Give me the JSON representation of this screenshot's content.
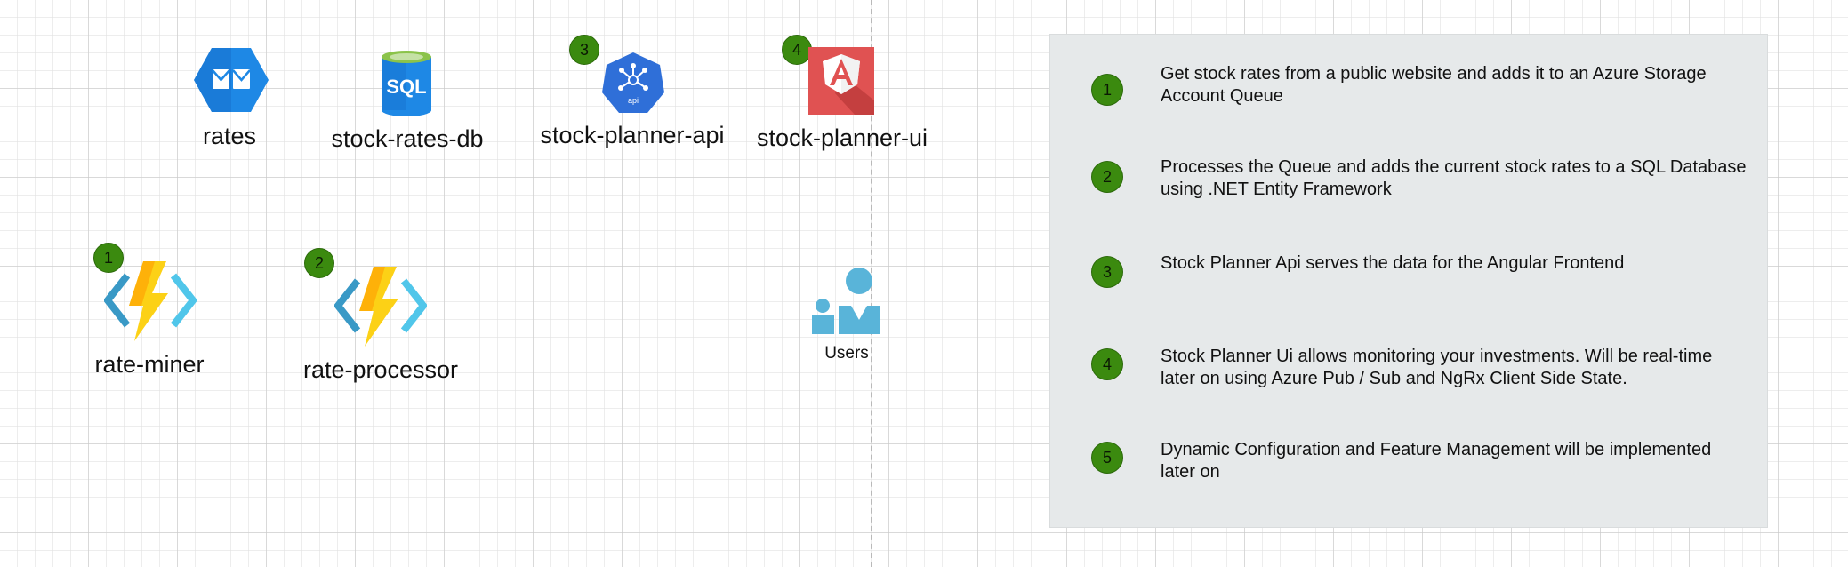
{
  "diagram": {
    "nodes": [
      {
        "id": "rates",
        "label": "rates",
        "icon": "storage-queue-icon"
      },
      {
        "id": "stock-rates-db",
        "label": "stock-rates-db",
        "icon": "sql-database-icon"
      },
      {
        "id": "stock-planner-api",
        "label": "stock-planner-api",
        "icon": "kubernetes-api-icon",
        "badge": "3"
      },
      {
        "id": "stock-planner-ui",
        "label": "stock-planner-ui",
        "icon": "angular-icon",
        "badge": "4"
      },
      {
        "id": "rate-miner",
        "label": "rate-miner",
        "icon": "azure-function-icon",
        "badge": "1"
      },
      {
        "id": "rate-processor",
        "label": "rate-processor",
        "icon": "azure-function-icon",
        "badge": "2"
      },
      {
        "id": "users",
        "label": "Users",
        "icon": "users-icon"
      }
    ],
    "icon_text": {
      "sql": "SQL",
      "api": "api"
    },
    "colors": {
      "badge_green": "#3b8a0f",
      "azure_blue": "#1e88e5",
      "angular_red": "#e05252",
      "users_blue": "#59b4d9",
      "panel_bg": "#e6e9ea"
    }
  },
  "legend": {
    "steps": [
      {
        "number": "1",
        "text": "Get stock rates from a public website and adds it to an Azure Storage Account Queue"
      },
      {
        "number": "2",
        "text": "Processes the Queue and adds the current stock rates to a SQL Database using .NET Entity Framework"
      },
      {
        "number": "3",
        "text": "Stock Planner Api serves the data for the Angular Frontend"
      },
      {
        "number": "4",
        "text": "Stock Planner Ui allows monitoring your investments. Will be real-time later on using Azure Pub / Sub and NgRx Client Side State."
      },
      {
        "number": "5",
        "text": "Dynamic Configuration and Feature Management will be implemented later on"
      }
    ]
  }
}
